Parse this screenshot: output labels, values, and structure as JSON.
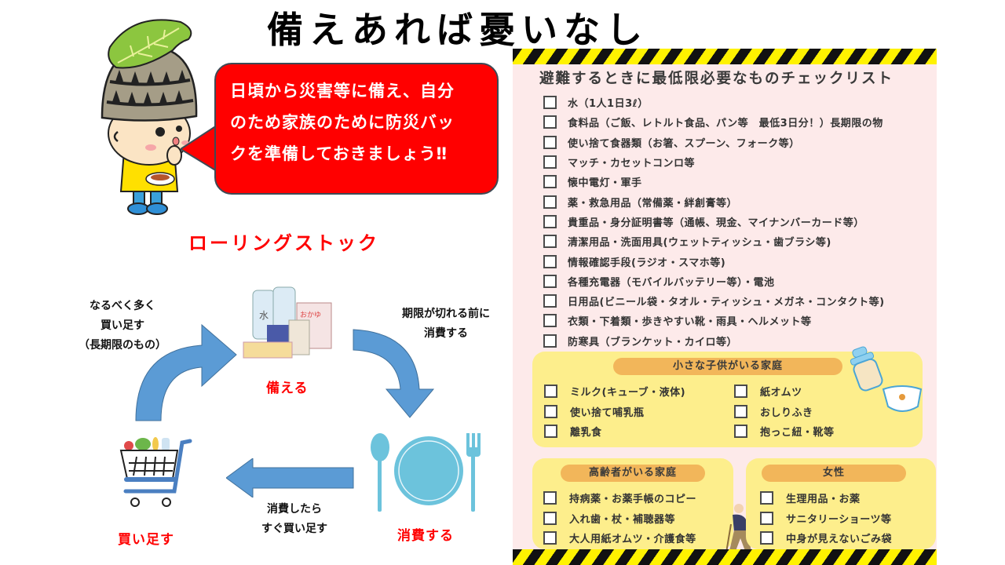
{
  "title": "備えあれば憂いなし",
  "speech_bubble": {
    "lines": [
      "日頃から災害等に備え、自分",
      "のため家族のために防災バッ",
      "クを準備しておきましょう‼"
    ]
  },
  "rolling_stock": {
    "title": "ローリングストック",
    "stages": {
      "prepare": "備える",
      "consume": "消費する",
      "restock": "買い足す"
    },
    "notes": {
      "top_left": [
        "なるべく多く",
        "買い足す",
        "（長期限のもの）"
      ],
      "top_right": [
        "期限が切れる前に",
        "消費する"
      ],
      "bottom": [
        "消費したら",
        "すぐ買い足す"
      ]
    },
    "colors": {
      "arrow": "#5b9bd5",
      "label": "#ff0000",
      "tableware": "#6cc3dc"
    }
  },
  "checklist": {
    "title": "避難するときに最低限必要なものチェックリスト",
    "items": [
      "水（1人1日3ℓ）",
      "食料品（ご飯、レトルト食品、パン等　最低3日分！）長期限の物",
      "使い捨て食器類（お箸、スプーン、フォーク等）",
      "マッチ・カセットコンロ等",
      "懐中電灯・軍手",
      "薬・救急用品（常備薬・絆創膏等）",
      "貴重品・身分証明書等（通帳、現金、マイナンバーカード等）",
      "清潔用品・洗面用具(ウェットティッシュ・歯ブラシ等)",
      "情報確認手段(ラジオ・スマホ等)",
      "各種充電器（モバイルバッテリー等）・電池",
      "日用品(ビニール袋・タオル・ティッシュ・メガネ・コンタクト等)",
      "衣類・下着類・歩きやすい靴・雨具・ヘルメット等",
      "防寒具（ブランケット・カイロ等）"
    ],
    "groups": {
      "children": {
        "title": "小さな子供がいる家庭",
        "col1": [
          "ミルク(キューブ・液体)",
          "使い捨て哺乳瓶",
          "離乳食"
        ],
        "col2": [
          "紙オムツ",
          "おしりふき",
          "抱っこ紐・靴等"
        ]
      },
      "elderly": {
        "title": "高齢者がいる家庭",
        "items": [
          "持病薬・お薬手帳のコピー",
          "入れ歯・杖・補聴器等",
          "大人用紙オムツ・介護食等"
        ]
      },
      "women": {
        "title": "女性",
        "items": [
          "生理用品・お薬",
          "サニタリーショーツ等",
          "中身が見えないごみ袋"
        ]
      }
    },
    "colors": {
      "panel_bg": "#fdeaea",
      "group_bg": "#fdee8c",
      "group_head": "#f2b65a",
      "stripe_yellow": "#fff200",
      "stripe_black": "#111111"
    }
  }
}
